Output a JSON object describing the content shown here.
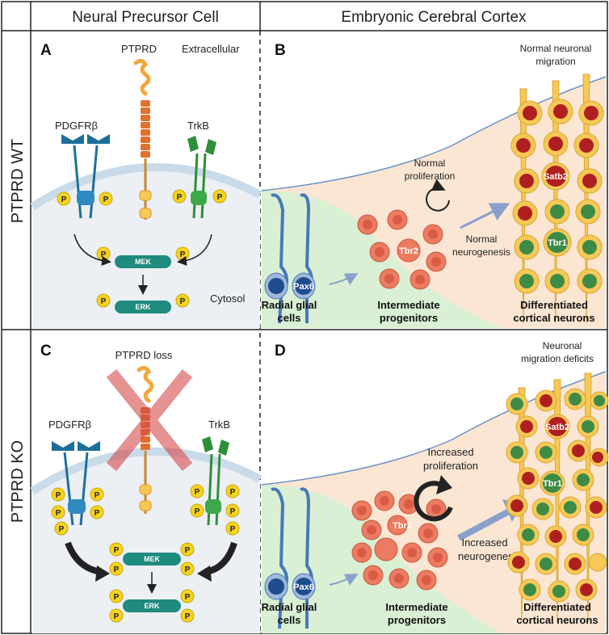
{
  "headers": {
    "left": "Neural Precursor Cell",
    "right": "Embryonic Cerebral Cortex"
  },
  "rows": {
    "top": "PTPRD WT",
    "bottom": "PTPRD KO"
  },
  "panels": {
    "a": {
      "letter": "A",
      "ptprd": "PTPRD",
      "extracellular": "Extracellular",
      "pdgfrb": "PDGFRβ",
      "trkb": "TrkB",
      "mek": "MEK",
      "erk": "ERK",
      "cytosol": "Cytosol",
      "p": "P"
    },
    "b": {
      "letter": "B",
      "migration": [
        "Normal neuronal",
        "migration"
      ],
      "proliferation": [
        "Normal",
        "proliferation"
      ],
      "neurogenesis": [
        "Normal",
        "neurogenesis"
      ],
      "pax6": "Pax6",
      "tbr2": "Tbr2",
      "satb2": "Satb2",
      "tbr1": "Tbr1",
      "radial": [
        "Radial glial",
        "cells"
      ],
      "intermediate": [
        "Intermediate",
        "progenitors"
      ],
      "differentiated": [
        "Differentiated",
        "cortical neurons"
      ]
    },
    "c": {
      "letter": "C",
      "loss": "PTPRD loss",
      "pdgfrb": "PDGFRβ",
      "trkb": "TrkB",
      "mek": "MEK",
      "erk": "ERK",
      "p": "P"
    },
    "d": {
      "letter": "D",
      "migration": [
        "Neuronal",
        "migration deficits"
      ],
      "proliferation": [
        "Increased",
        "proliferation"
      ],
      "neurogenesis": [
        "Increased",
        "neurogenesis"
      ],
      "pax6": "Pax6",
      "tbr2": "Tbr2",
      "satb2": "Satb2",
      "tbr1": "Tbr1",
      "radial": [
        "Radial glial",
        "cells"
      ],
      "intermediate": [
        "Intermediate",
        "progenitors"
      ],
      "differentiated": [
        "Differentiated",
        "cortical neurons"
      ]
    }
  },
  "colors": {
    "ptprd": "#f2a93b",
    "ptprd_dark": "#e0702a",
    "pdgfrb": "#1d6f9a",
    "trkb": "#2e8f3a",
    "kinase": "#1f8a7e",
    "phospho": "#f5d31e",
    "radial_glia": "#4a78b8",
    "progenitor": "#ec7b62",
    "neuron": "#f6c957",
    "satb2": "#b01f1f",
    "tbr1": "#3e8b46",
    "membrane": "#c9dbe8",
    "vz_green": "#d9f0d4",
    "cortex_peach": "#fbe6d3",
    "cross": "#d44a4a"
  }
}
